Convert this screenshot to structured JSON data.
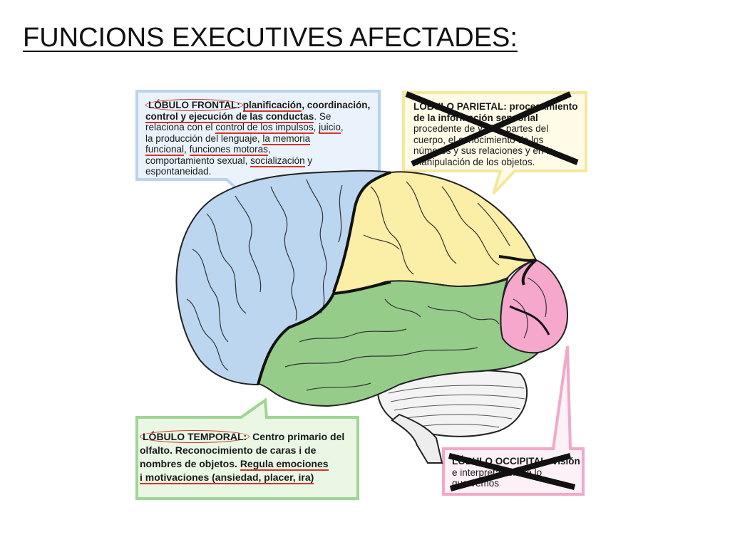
{
  "title": "FUNCIONS EXECUTIVES AFECTADES:",
  "frontal": {
    "name": "LÓBULO FRONTAL:",
    "bold_1": "planificación",
    "bold_2": ", coordinación,",
    "bold_3": "control y ejecución de las conductas",
    "text_1": ". Se",
    "text_2": "relaciona con el ",
    "impulses": "control de los impulsos",
    "text_3": ", ",
    "judgement": "juicio",
    "text_4": ",",
    "text_5": "la producción del lenguaje, ",
    "memory_1": "la memoria",
    "memory_2": "funcional",
    "text_6": ", ",
    "motor": "funciones motoras",
    "text_7": ",",
    "text_8": "comportamiento sexual, ",
    "social": "socialización",
    "text_9": " y",
    "text_10": "espontaneidad."
  },
  "parietal": {
    "name": "LÓBULO PARIETAL:",
    "bold_1": " procesamiento",
    "bold_2": "de la información sensorial",
    "text_1": "procedente de varias partes del",
    "text_2": "cuerpo, el conocimiento de los",
    "text_3": "números y sus relaciones y en la",
    "text_4": "manipulación de los objetos."
  },
  "temporal": {
    "name": "LÓBULO TEMPORAL:",
    "text_1": " Centro primario del",
    "text_2": "olfalto. Reconocimiento de caras i de",
    "text_3": "nombres de objetos. ",
    "emotions_1": "Regula emociones",
    "emotions_2": "i motivaciones (ansiedad, placer, ira)"
  },
  "occipital": {
    "name": "LÓBULO OCCIPITAL:",
    "bold_1": " visión",
    "text_1": "e interpretación de lo",
    "text_2": "que vemos"
  },
  "colors": {
    "frontal": "#bcd6f0",
    "parietal": "#fbeea6",
    "temporal": "#95cc8a",
    "occipital": "#f6a8cc",
    "cerebellum": "#f2f2f2",
    "underline": "#d9302c",
    "cross": "#111111"
  }
}
